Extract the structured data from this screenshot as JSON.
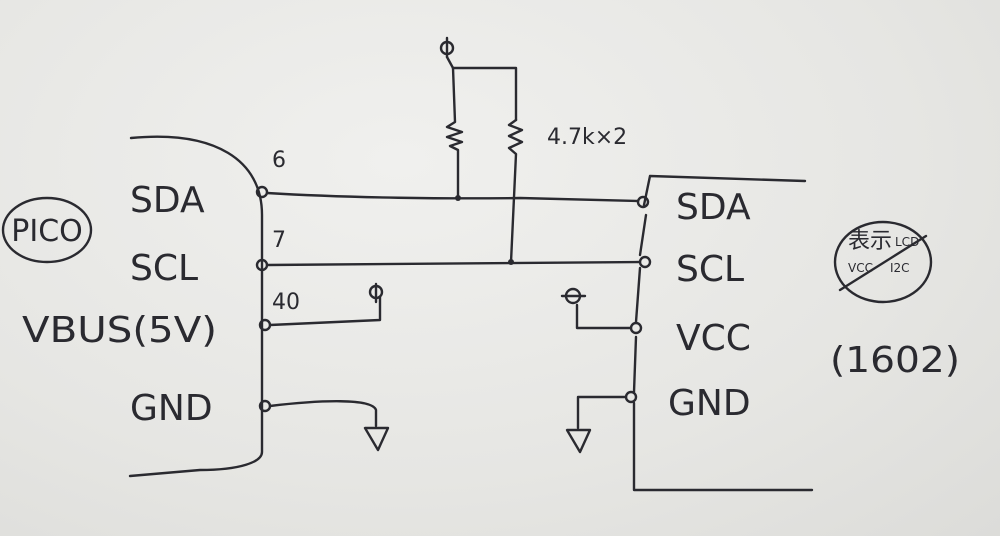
{
  "pico": {
    "badge": "PICO",
    "pins": {
      "sda_label": "SDA",
      "sda_num": "6",
      "scl_label": "SCL",
      "scl_num": "7",
      "vbus_label": "VBUS(5V)",
      "vbus_num": "40",
      "gnd_label": "GND"
    }
  },
  "resistors": {
    "label": "4.7k×2"
  },
  "lcd": {
    "pins": {
      "sda_label": "SDA",
      "scl_label": "SCL",
      "vcc_label": "VCC",
      "gnd_label": "GND"
    },
    "model": "(1602)",
    "stamp_lines": [
      "表示",
      "LCD",
      "VCC",
      "I2C"
    ]
  }
}
